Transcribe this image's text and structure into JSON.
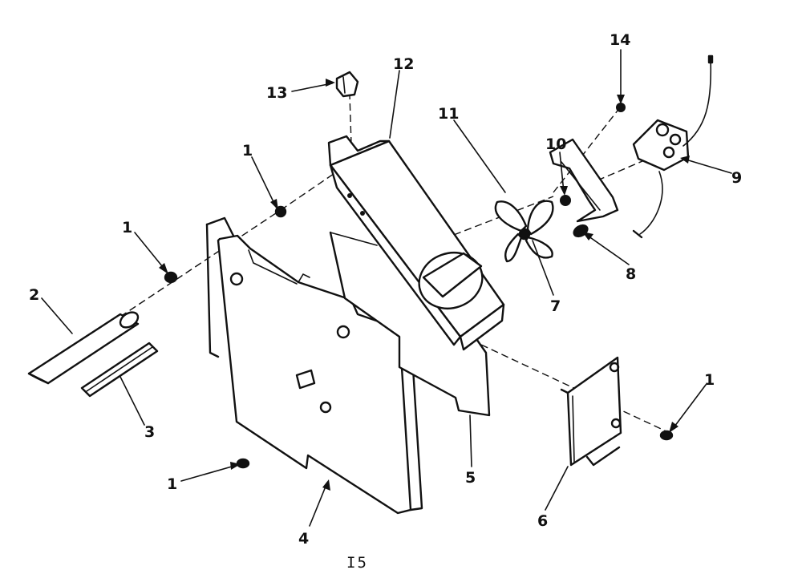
{
  "callouts": {
    "c1a": "1",
    "c1b": "1",
    "c1c": "1",
    "c1d": "1",
    "c2": "2",
    "c3": "3",
    "c4": "4",
    "c5": "5",
    "c6": "6",
    "c7": "7",
    "c8": "8",
    "c9": "9",
    "c10": "10",
    "c11": "11",
    "c12": "12",
    "c13": "13",
    "c14": "14"
  },
  "figure_id": "I5",
  "colors": {
    "line": "#111111",
    "background": "#ffffff"
  }
}
